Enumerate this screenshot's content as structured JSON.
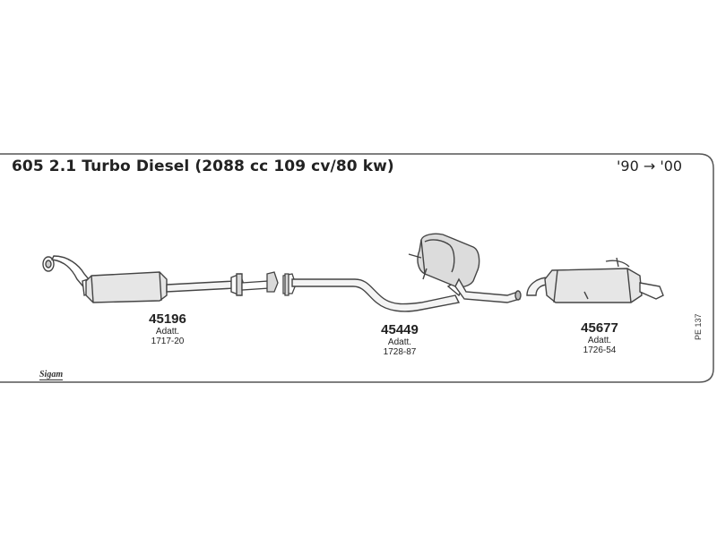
{
  "header": {
    "title": "605 2.1 Turbo Diesel (2088 cc 109 cv/80 kw)",
    "years": "'90 → '00"
  },
  "parts": [
    {
      "number": "45196",
      "label": "Adatt.",
      "reference": "1717-20"
    },
    {
      "number": "45449",
      "label": "Adatt.",
      "reference": "1728-87"
    },
    {
      "number": "45677",
      "label": "Adatt.",
      "reference": "1726-54"
    }
  ],
  "sheet_code": "PE 137",
  "logo_text": "Sigam"
}
